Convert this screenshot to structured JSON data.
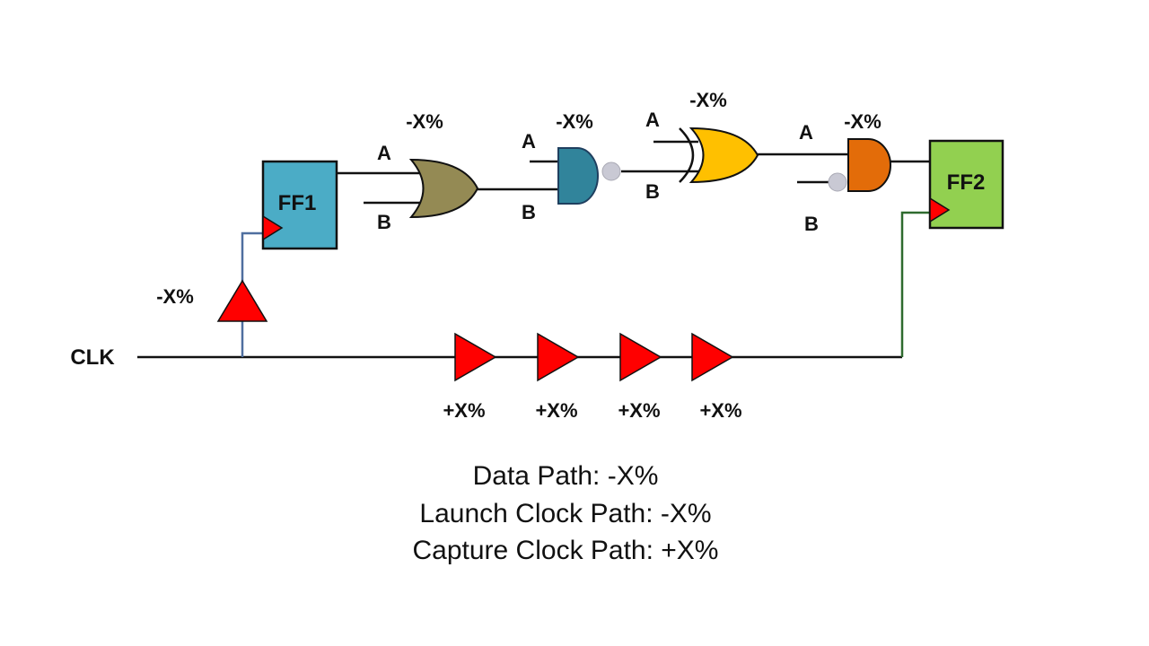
{
  "flip_flops": {
    "ff1": {
      "label": "FF1",
      "color": "#4bacc6"
    },
    "ff2": {
      "label": "FF2",
      "color": "#92d050"
    }
  },
  "gates": {
    "or_gate": {
      "derate": "-X%",
      "input_a": "A",
      "input_b": "B",
      "color": "#948a54"
    },
    "nand_gate": {
      "derate": "-X%",
      "input_a": "A",
      "input_b": "B",
      "color": "#31849b"
    },
    "xor_gate": {
      "derate": "-X%",
      "input_a": "A",
      "input_b": "B",
      "color": "#ffc000"
    },
    "and_inv_gate": {
      "derate": "-X%",
      "input_a": "A",
      "input_b": "B",
      "color": "#e36c09"
    }
  },
  "clock": {
    "label": "CLK",
    "launch_buffer_derate": "-X%",
    "capture_buffers": [
      {
        "derate": "+X%"
      },
      {
        "derate": "+X%"
      },
      {
        "derate": "+X%"
      },
      {
        "derate": "+X%"
      }
    ],
    "buffer_color": "#ff0000"
  },
  "caption": {
    "line1": "Data Path: -X%",
    "line2": "Launch Clock Path: -X%",
    "line3": "Capture Clock Path: +X%"
  }
}
